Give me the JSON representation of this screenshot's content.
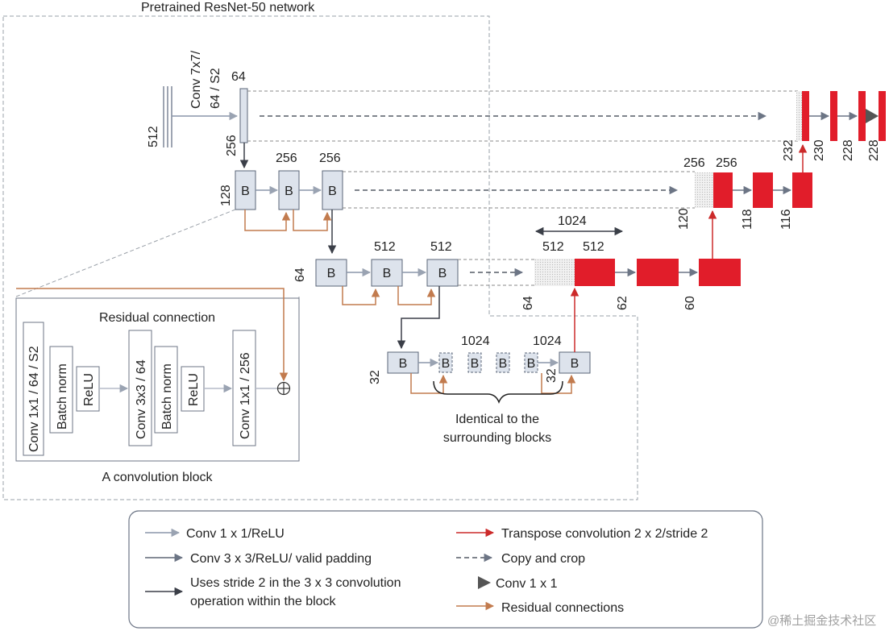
{
  "title": "Pretrained ResNet-50 network",
  "stem": {
    "input_size": "512",
    "conv_line1": "Conv 7x7/",
    "conv_line2": "64 / S2",
    "channels": "64",
    "size": "256"
  },
  "block_label": "B",
  "stage1": {
    "size": "128",
    "ch_b2": "256",
    "ch_b3": "256"
  },
  "stage2": {
    "size": "64",
    "ch_b2": "512",
    "ch_b3": "512"
  },
  "stage3": {
    "size": "32",
    "ch_mid": "1024",
    "ch_last": "1024",
    "size_last": "32"
  },
  "inset": {
    "residual_label": "Residual connection",
    "caption": "A convolution block",
    "layers": [
      "Conv 1x1 / 64 / S2",
      "Batch norm",
      "ReLU",
      "Conv 3x3 / 64",
      "Batch norm",
      "ReLU",
      "Conv 1x1 / 256"
    ],
    "sum_symbol": "⊕"
  },
  "identical_caption": [
    "Identical to the",
    "surrounding blocks"
  ],
  "decoder": {
    "level3": {
      "span": "1024",
      "ch_copy": "512",
      "ch_up": "512",
      "size_copy": "64",
      "size_a": "62",
      "size_b": "60"
    },
    "level2": {
      "ch_copy": "256",
      "ch_up": "256",
      "size_copy": "120",
      "size_a": "118",
      "size_b": "116"
    },
    "level1": {
      "size_copy": "232",
      "size_a": "230",
      "size_b": "228",
      "size_c": "228"
    }
  },
  "legend": {
    "items": [
      {
        "label": "Conv 1 x 1/ReLU",
        "color": "#8a96aa",
        "kind": "arrow"
      },
      {
        "label": "Conv 3 x 3/ReLU/ valid padding",
        "color": "#5f6675",
        "kind": "arrow"
      },
      {
        "label": "Uses stride 2 in the 3 x 3 convolution",
        "label2": "operation within the block",
        "color": "#3b3f48",
        "kind": "arrow"
      },
      {
        "label": "Transpose convolution 2 x 2/stride 2",
        "color": "#cc2a2a",
        "kind": "arrow"
      },
      {
        "label": "Copy and crop",
        "color": "#555b66",
        "kind": "dashed"
      },
      {
        "label": "Conv 1 x 1",
        "color": "#555555",
        "kind": "triangle"
      },
      {
        "label": "Residual connections",
        "color": "#c27b4e",
        "kind": "arrow"
      }
    ]
  },
  "watermark": "@稀土掘金技术社区",
  "colors": {
    "block_fill": "#dde3ec",
    "block_stroke": "#5a6577",
    "red": "#e11d2a",
    "residual": "#c27b4e",
    "frame": "#9aa0a8"
  }
}
